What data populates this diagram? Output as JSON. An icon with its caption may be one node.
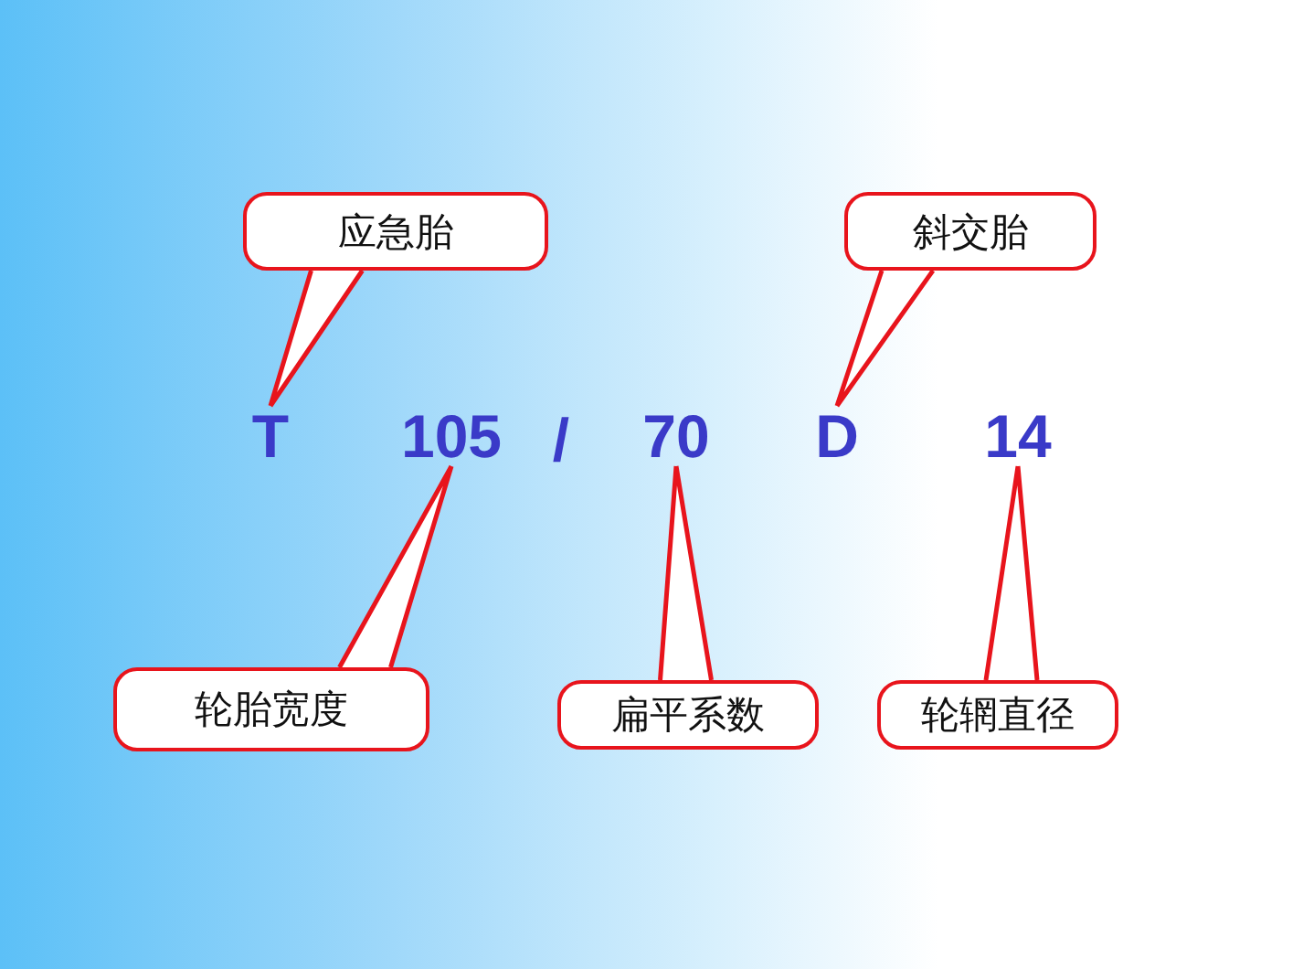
{
  "diagram": {
    "nodes": [
      {
        "text": [
          "应急胎"
        ]
      },
      {
        "text": [
          "斜交胎"
        ]
      },
      {
        "text": [
          "T"
        ]
      },
      {
        "text": [
          "105"
        ]
      },
      {
        "text": [
          "70"
        ]
      },
      {
        "text": [
          "D"
        ]
      },
      {
        "text": [
          "14"
        ]
      },
      {
        "text": [
          "轮胎宽度"
        ]
      },
      {
        "text": [
          "扁平系数"
        ]
      },
      {
        "text": [
          "轮辋直径"
        ]
      }
    ],
    "edges": [
      {
        "from": 0,
        "to": 2,
        "arrow": "none"
      },
      {
        "from": 1,
        "to": 5,
        "arrow": "none"
      },
      {
        "from": 7,
        "to": 3,
        "arrow": "none"
      },
      {
        "from": 8,
        "to": 4,
        "arrow": "none"
      },
      {
        "from": 9,
        "to": 6,
        "arrow": "none"
      }
    ],
    "labels": [
      "/"
    ]
  }
}
